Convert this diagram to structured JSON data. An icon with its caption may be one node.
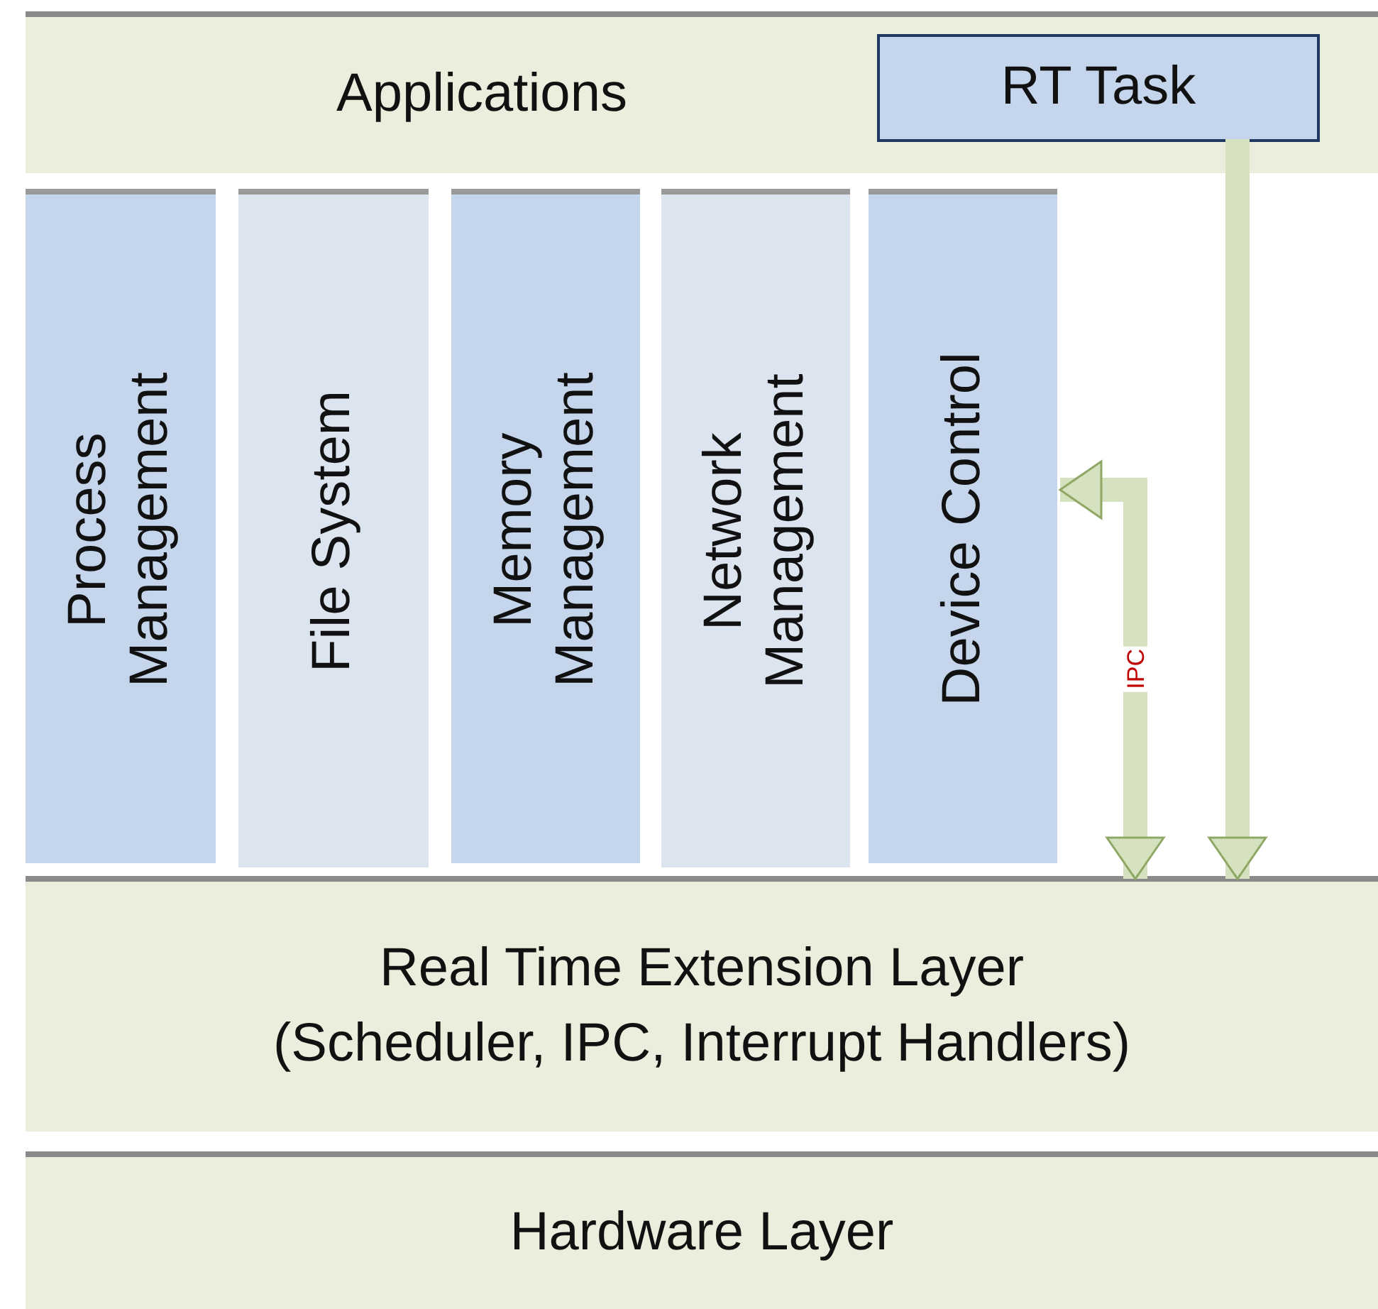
{
  "diagram": {
    "nodes": [
      {
        "text": [
          "Applications"
        ]
      },
      {
        "text": [
          "RT Task"
        ],
        "in": 0
      },
      {
        "text": [
          "Process Management"
        ]
      },
      {
        "text": [
          "File System"
        ]
      },
      {
        "text": [
          "Memory Management"
        ]
      },
      {
        "text": [
          "Network Management"
        ]
      },
      {
        "text": [
          "Device Control"
        ]
      },
      {
        "text": [
          "Real Time Extension Layer (Scheduler, IPC, Interrupt Handlers)"
        ]
      },
      {
        "text": [
          "Hardware Layer"
        ]
      }
    ],
    "edges": [
      {
        "from": 1,
        "to": 7,
        "arrow": "to"
      },
      {
        "from": 6,
        "to": 7,
        "arrow": "both",
        "label": "IPC"
      }
    ]
  }
}
